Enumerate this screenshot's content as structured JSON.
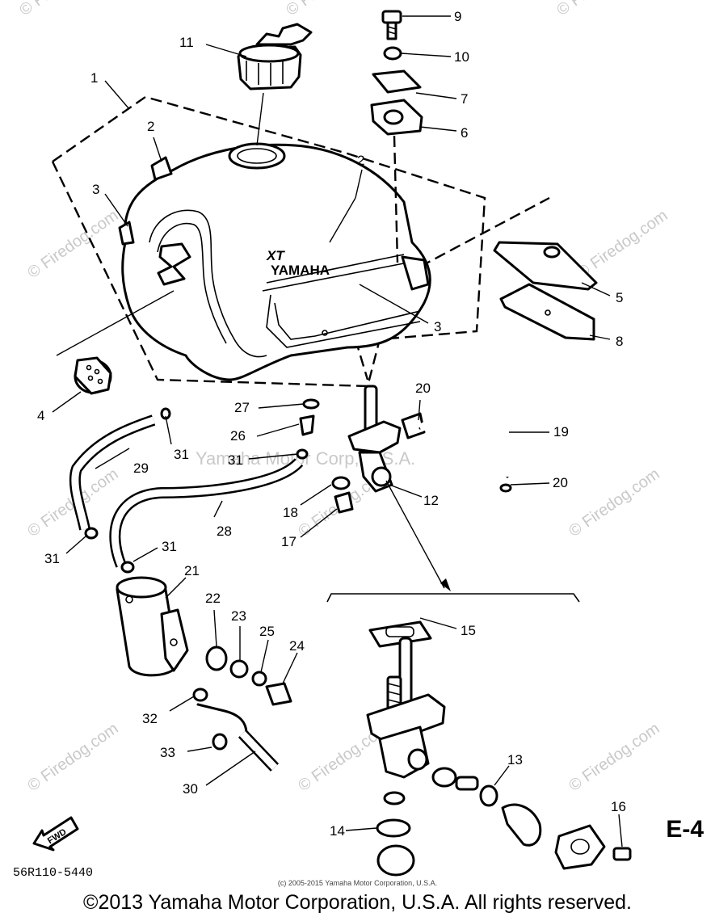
{
  "diagram": {
    "callouts": [
      "1",
      "2",
      "2",
      "3",
      "3",
      "4",
      "5",
      "6",
      "7",
      "8",
      "9",
      "10",
      "11",
      "12",
      "13",
      "14",
      "15",
      "16",
      "17",
      "18",
      "19",
      "20",
      "20",
      "21",
      "22",
      "23",
      "24",
      "25",
      "26",
      "27",
      "28",
      "29",
      "30",
      "31",
      "31",
      "31",
      "31",
      "32",
      "33"
    ],
    "tank_emblem": "XT",
    "tank_brand": "YAMAHA",
    "section_code": "E-4",
    "drawing_number": "56R110-5440",
    "fwd_label": "FWD"
  },
  "watermarks": {
    "brand": "© Firedog.com",
    "center": "Yamaha Motor Corp, U.S.A."
  },
  "footer": {
    "small_copyright": "(c) 2005-2015 Yamaha Motor Corporation, U.S.A.",
    "copyright": "©2013 Yamaha Motor Corporation, U.S.A. All rights reserved."
  }
}
